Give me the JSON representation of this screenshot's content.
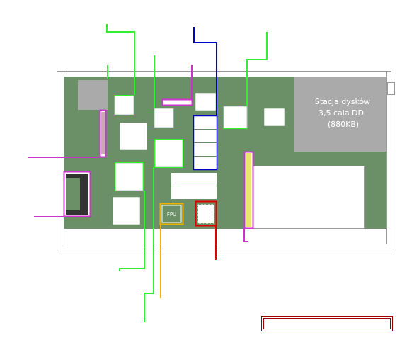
{
  "drive": {
    "line1": "Stacja dysków",
    "line2": "3,5 cala DD",
    "line3": "(880KB)"
  },
  "fpu": {
    "label": "FPU"
  },
  "colors": {
    "pcb": "#6b9068",
    "drive": "#aaaaaa",
    "green_pointer": "#33ee33",
    "blue_pointer": "#0000cc",
    "magenta_pointer": "#cc33cc",
    "orange_pointer": "#f0b000",
    "red_pointer": "#dd0000",
    "legend_border": "#990000"
  }
}
